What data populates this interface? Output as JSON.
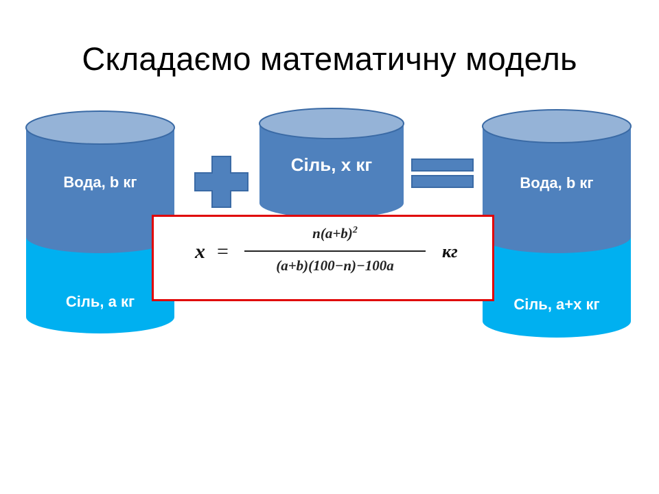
{
  "title": "Складаємо математичну модель",
  "colors": {
    "water": "#4f81bd",
    "water_dark": "#3a6aa5",
    "cap_top": "#95b3d7",
    "salt": "#00b0f0",
    "salt_dark": "#0093c9",
    "formula_border": "#e00000"
  },
  "left_vessel": {
    "water_label": "Вода, b кг",
    "salt_label": "Сіль, а кг"
  },
  "middle_vessel": {
    "salt_label": "Сіль, х кг"
  },
  "right_vessel": {
    "water_label": "Вода, b кг",
    "salt_label": "Сіль, а+х кг"
  },
  "operators": {
    "plus": "plus-sign",
    "equals": "equals-sign"
  },
  "formula": {
    "lhs": "x",
    "equals": "=",
    "numerator_text": "n(a+b)",
    "numerator_power": "2",
    "denominator": "(a+b)(100−n)−100a",
    "unit": "кг"
  }
}
